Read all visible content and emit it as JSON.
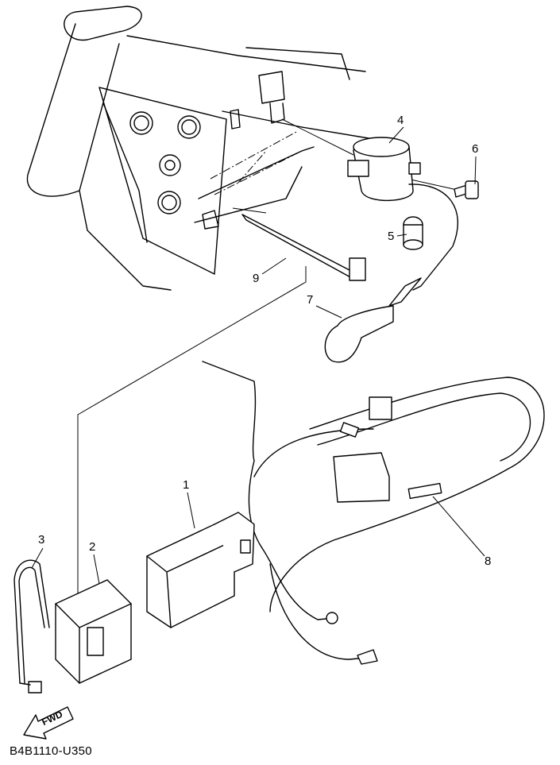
{
  "diagram": {
    "callouts": [
      {
        "id": "1",
        "label": "1"
      },
      {
        "id": "2",
        "label": "2"
      },
      {
        "id": "3",
        "label": "3"
      },
      {
        "id": "4",
        "label": "4"
      },
      {
        "id": "5",
        "label": "5"
      },
      {
        "id": "6",
        "label": "6"
      },
      {
        "id": "7",
        "label": "7"
      },
      {
        "id": "8",
        "label": "8"
      },
      {
        "id": "9",
        "label": "9"
      }
    ],
    "fwd_label": "FWD",
    "drawing_code": "B4B1110-U350"
  }
}
